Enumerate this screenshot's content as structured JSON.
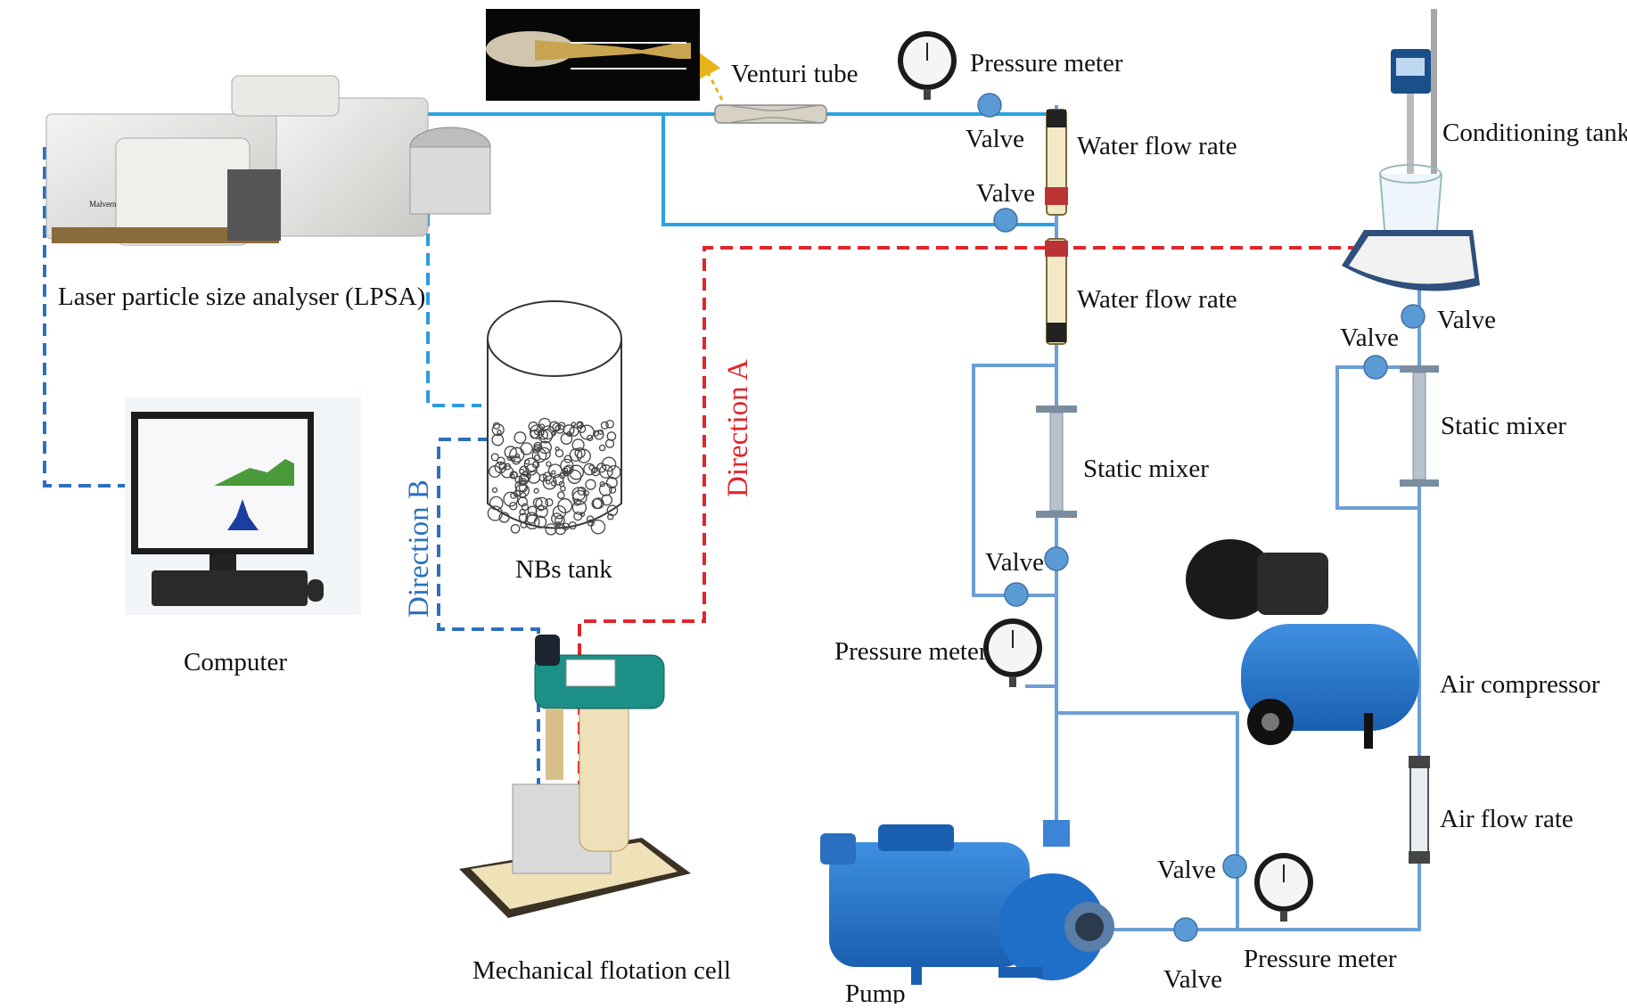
{
  "labels": {
    "venturi_tube": "Venturi tube",
    "pressure_meter_top": "Pressure meter",
    "valve_top_1": "Valve",
    "valve_top_2": "Valve",
    "water_flow_rate_1": "Water flow rate",
    "water_flow_rate_2": "Water flow rate",
    "conditioning_tank": "Conditioning tank",
    "valve_tank_right": "Valve",
    "valve_tank_left": "Valve",
    "static_mixer_right": "Static mixer",
    "static_mixer_center": "Static mixer",
    "lpsa": "Laser particle size analyser (LPSA)",
    "nbs_tank": "NBs tank",
    "direction_a": "Direction A",
    "direction_b": "Direction B",
    "computer": "Computer",
    "valve_mid": "Valve",
    "pressure_meter_mid": "Pressure meter",
    "air_compressor": "Air compressor",
    "air_flow_rate": "Air flow rate",
    "valve_bottom_1": "Valve",
    "valve_bottom_2": "Valve",
    "pressure_meter_bottom": "Pressure meter",
    "mechanical_flotation_cell": "Mechanical flotation cell",
    "pump": "Pump"
  },
  "colors": {
    "pipe": "#6c9fd6",
    "pipe_solid": "#29a3e0",
    "dashed_light": "#2c9be0",
    "dashed_dark": "#2d6fbf",
    "direction_a": "#e0252b",
    "direction_b": "#2d6fbf",
    "valve": "#5b9bd5",
    "equipment_blue": "#1f6fc9"
  }
}
